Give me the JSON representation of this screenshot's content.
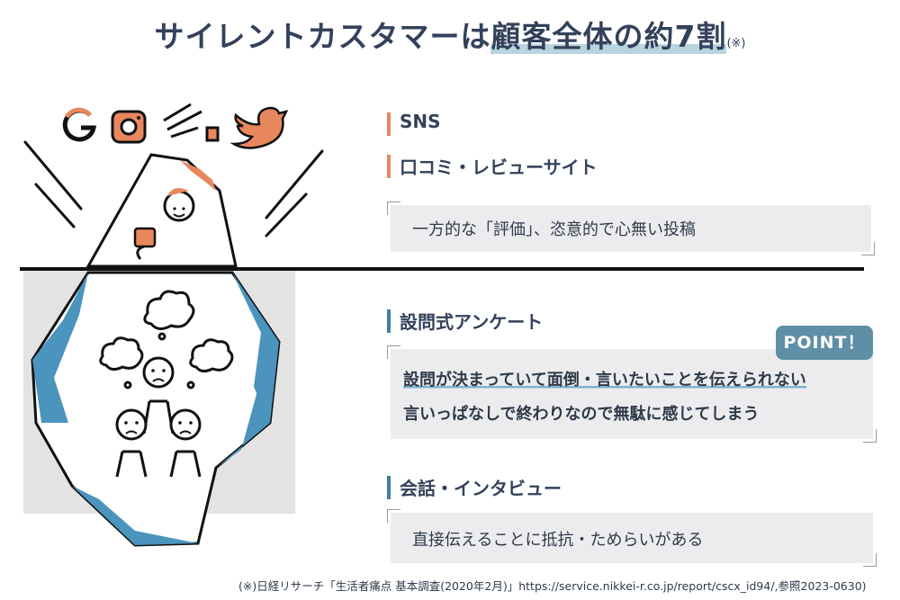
{
  "title": {
    "main": "サイレントカスタマーは",
    "highlight": "顧客全体の約7割",
    "note": "(※)"
  },
  "above": {
    "labels": [
      "SNS",
      "口コミ・レビューサイト"
    ],
    "box_text": "一方的な「評価」、恣意的で心無い投稿"
  },
  "below": {
    "label1": "設問式アンケート",
    "point_badge": "POINT！",
    "box_line1": "設問が決まっていて面倒・言いたいことを伝えられない",
    "box_line2": "言いっぱなしで終わりなので無駄に感じてしまう",
    "label2": "会話・インタビュー",
    "box2_text": "直接伝えることに抵抗・ためらいがある"
  },
  "footnote": "(※)日経リサーチ「生活者痛点 基本調査(2020年2月)」https://service.nikkei-r.co.jp/report/cscx_id94/,参照2023-0630)",
  "colors": {
    "orange": "#e8875e",
    "blue": "#3f7fa0",
    "navy": "#33415a",
    "gray_box": "#ececee"
  },
  "icons": [
    "google-icon",
    "instagram-icon",
    "hand-typing-icon",
    "twitter-icon"
  ]
}
